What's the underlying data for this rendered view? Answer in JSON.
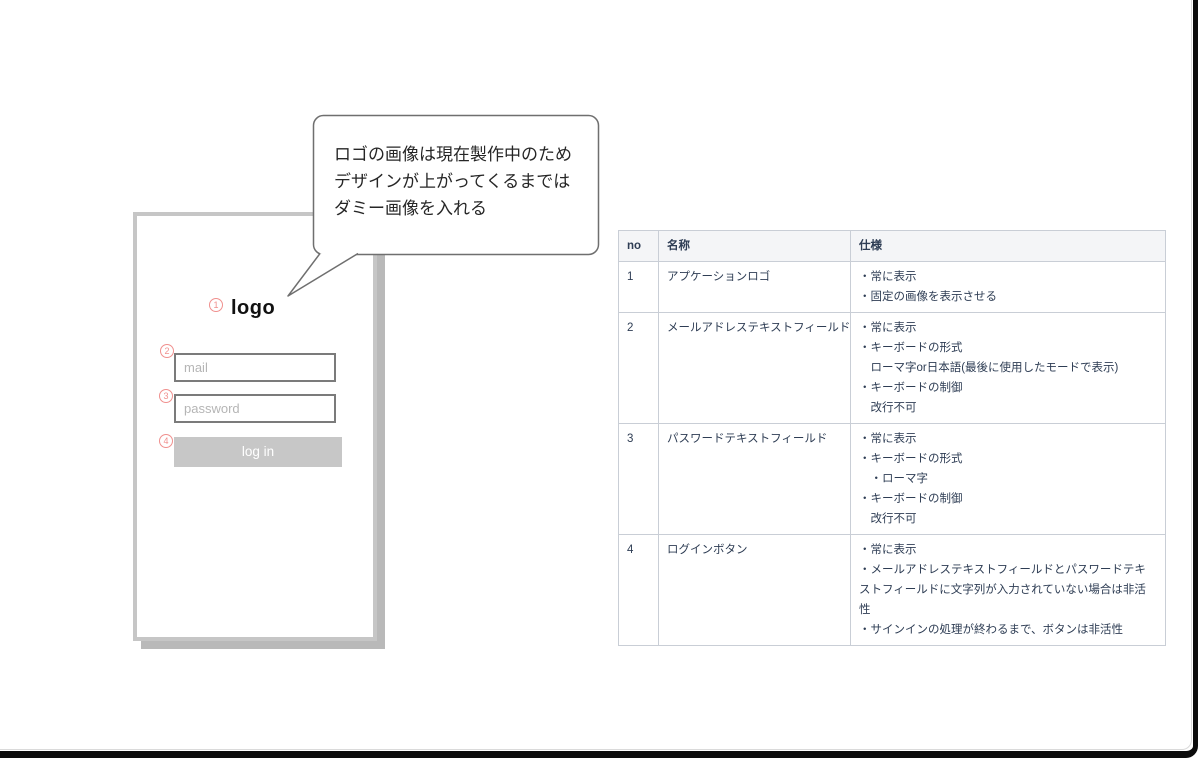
{
  "wireframe": {
    "callout": {
      "lines": [
        "ロゴの画像は現在製作中のため",
        "デザインが上がってくるまでは",
        "ダミー画像を入れる"
      ]
    },
    "logo_label": "logo",
    "annotations": {
      "logo": "1",
      "mail": "2",
      "password": "3",
      "login": "4"
    },
    "mail_placeholder": "mail",
    "password_placeholder": "password",
    "login_button_label": "log in"
  },
  "spec_table": {
    "headers": {
      "no": "no",
      "name": "名称",
      "spec": "仕様"
    },
    "rows": [
      {
        "no": "1",
        "name": "アプケーションロゴ",
        "spec_lines": [
          "・常に表示",
          "・固定の画像を表示させる"
        ]
      },
      {
        "no": "2",
        "name": "メールアドレステキストフィールド",
        "spec_lines": [
          "・常に表示",
          "・キーボードの形式",
          "　ローマ字or日本語(最後に使用したモードで表示)",
          "・キーボードの制御",
          "　改行不可"
        ]
      },
      {
        "no": "3",
        "name": "パスワードテキストフィールド",
        "spec_lines": [
          "・常に表示",
          "・キーボードの形式",
          "　・ローマ字",
          "・キーボードの制御",
          "　改行不可"
        ]
      },
      {
        "no": "4",
        "name": "ログインボタン",
        "spec_lines": [
          "・常に表示",
          "・メールアドレステキストフィールドとパスワードテキ",
          "ストフィールドに文字列が入力されていない場合は非活",
          "性",
          "・サインインの処理が終わるまで、ボタンは非活性"
        ]
      }
    ]
  },
  "colors": {
    "annotation": "#f0908e",
    "phone_border": "#c6c6c6",
    "phone_shadow": "#b9b9b9",
    "button_bg": "#c7c7c7",
    "table_text": "#2e3d54",
    "table_border": "#c9ced6",
    "table_header_bg": "#f4f5f7",
    "window_frame": "#0b0b0b"
  }
}
